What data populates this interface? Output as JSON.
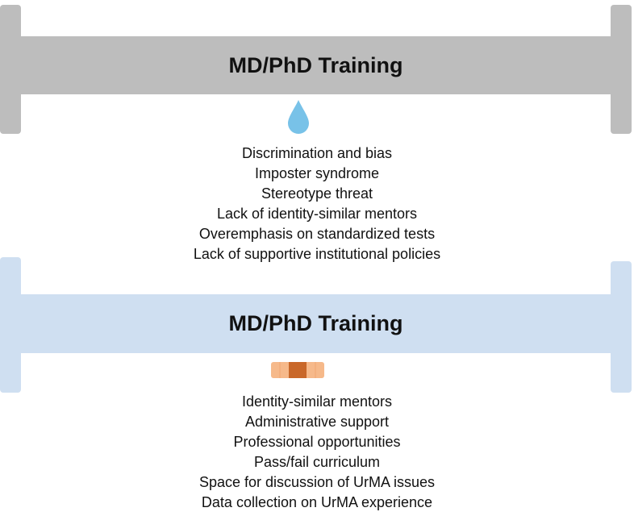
{
  "colors": {
    "top_pipe": "#bdbdbd",
    "bottom_pipe": "#cfdff1",
    "drop": "#78c2e8",
    "bandage_outer": "#f6b98a",
    "bandage_pad": "#c9682a"
  },
  "top_pipe": {
    "title": "MD/PhD Training",
    "icon": "water-drop-icon",
    "barriers": [
      "Discrimination and bias",
      "Imposter syndrome",
      "Stereotype threat",
      "Lack of identity-similar mentors",
      "Overemphasis on standardized tests",
      "Lack of supportive institutional policies"
    ]
  },
  "bottom_pipe": {
    "title": "MD/PhD Training",
    "icon": "bandage-icon",
    "solutions": [
      "Identity-similar mentors",
      "Administrative support",
      "Professional opportunities",
      "Pass/fail curriculum",
      "Space for discussion of UrMA issues",
      "Data collection on UrMA experience"
    ]
  }
}
